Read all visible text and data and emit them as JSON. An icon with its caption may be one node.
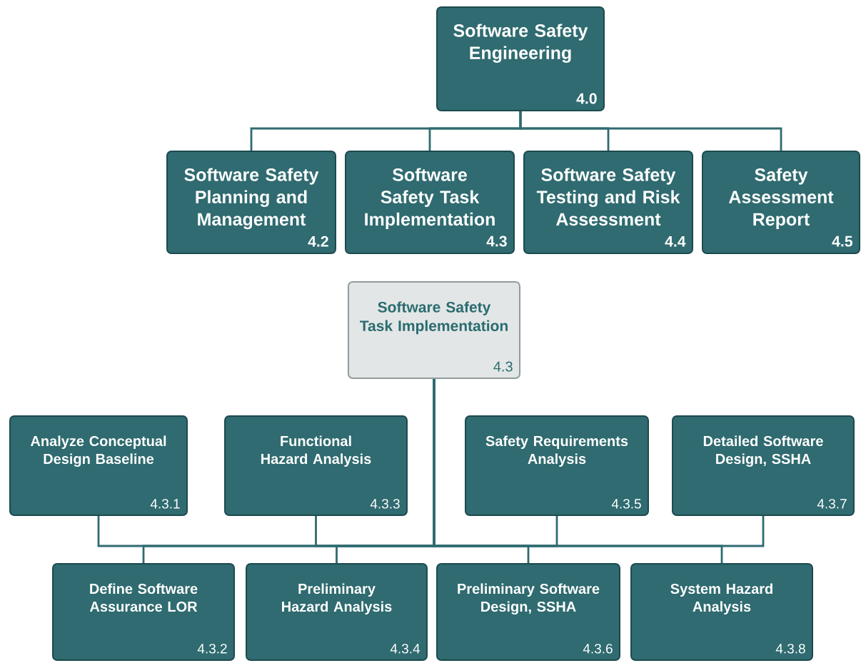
{
  "diagram": {
    "nodes": [
      {
        "text": [
          "Software Safety Engineering",
          "4.0"
        ]
      },
      {
        "text": [
          "Software Safety Planning and Management",
          "4.2"
        ]
      },
      {
        "text": [
          "Software Safety Task Implementation",
          "4.3"
        ]
      },
      {
        "text": [
          "Software Safety Testing and Risk Assessment",
          "4.4"
        ]
      },
      {
        "text": [
          "Safety Assessment Report",
          "4.5"
        ]
      },
      {
        "text": [
          "Software Safety Task Implementation",
          "4.3"
        ]
      },
      {
        "text": [
          "Analyze Conceptual Design Baseline",
          "4.3.1"
        ]
      },
      {
        "text": [
          "Define Software Assurance LOR",
          "4.3.2"
        ]
      },
      {
        "text": [
          "Functional Hazard Analysis",
          "4.3.3"
        ]
      },
      {
        "text": [
          "Preliminary Hazard Analysis",
          "4.3.4"
        ]
      },
      {
        "text": [
          "Safety Requirements Analysis",
          "4.3.5"
        ]
      },
      {
        "text": [
          "Preliminary Software Design, SSHA",
          "4.3.6"
        ]
      },
      {
        "text": [
          "Detailed Software Design, SSHA",
          "4.3.7"
        ]
      },
      {
        "text": [
          "System Hazard Analysis",
          "4.3.8"
        ]
      }
    ],
    "edges": [
      {
        "from": 0,
        "to": 1,
        "arrow": "none"
      },
      {
        "from": 0,
        "to": 2,
        "arrow": "none"
      },
      {
        "from": 0,
        "to": 3,
        "arrow": "none"
      },
      {
        "from": 0,
        "to": 4,
        "arrow": "none"
      },
      {
        "from": 5,
        "to": 6,
        "arrow": "none"
      },
      {
        "from": 5,
        "to": 7,
        "arrow": "none"
      },
      {
        "from": 5,
        "to": 8,
        "arrow": "none"
      },
      {
        "from": 5,
        "to": 9,
        "arrow": "none"
      },
      {
        "from": 5,
        "to": 10,
        "arrow": "none"
      },
      {
        "from": 5,
        "to": 11,
        "arrow": "none"
      },
      {
        "from": 5,
        "to": 12,
        "arrow": "none"
      },
      {
        "from": 5,
        "to": 13,
        "arrow": "none"
      }
    ]
  }
}
